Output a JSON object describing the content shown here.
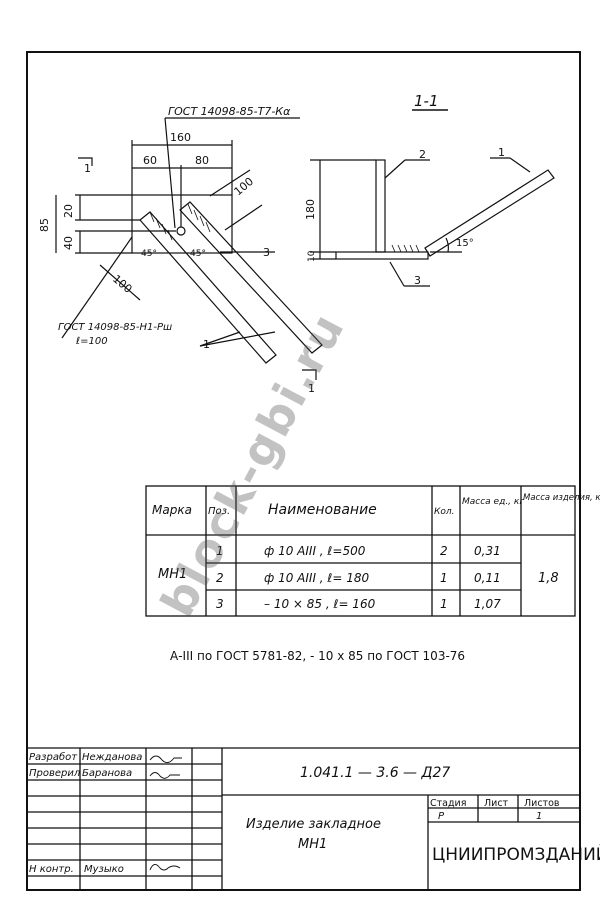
{
  "drawing": {
    "gost_top": "ГОСТ 14098-85-Т7-Кα",
    "gost_bottom": "ГОСТ 14098-85-Н1-Рш",
    "gost_bottom_len": "ℓ=100",
    "section_label": "1-1",
    "dims": {
      "d160": "160",
      "d60": "60",
      "d80": "80",
      "d100a": "100",
      "d100b": "100",
      "d20": "20",
      "d85": "85",
      "d40": "40",
      "d180": "180",
      "d10": "10",
      "a45a": "45°",
      "a45b": "45°",
      "a15": "15°"
    },
    "pos_labels": {
      "p1": "1",
      "p2": "2",
      "p3": "3",
      "p1b": "1",
      "p3b": "3"
    },
    "cut_labels": {
      "c1": "1",
      "c2": "1"
    }
  },
  "spec_table": {
    "headers": [
      "Марка",
      "Поз.",
      "Наименование",
      "Кол.",
      "Масса ед., кг",
      "Масса изделия, кг"
    ],
    "mark": "МН1",
    "rows": [
      {
        "pos": "1",
        "name": "ф 10 АIII , ℓ=500",
        "qty": "2",
        "mass": "0,31"
      },
      {
        "pos": "2",
        "name": "ф 10 АIII , ℓ= 180",
        "qty": "1",
        "mass": "0,11"
      },
      {
        "pos": "3",
        "name": "– 10 × 85 , ℓ= 160",
        "qty": "1",
        "mass": "1,07"
      }
    ],
    "total_mass": "1,8"
  },
  "note": "А-III по ГОСТ 5781-82, - 10 х 85 по ГОСТ 103-76",
  "title_block": {
    "role1": "Разработ",
    "name1": "Нежданова",
    "role2": "Проверил",
    "name2": "Баранова",
    "role3": "Н контр.",
    "name3": "Музыко",
    "doc_code": "1.041.1 — 3.6 — Д27",
    "item_title_line1": "Изделие закладное",
    "item_title_line2": "МН1",
    "stage_label": "Стадия",
    "sheet_label": "Лист",
    "sheets_label": "Листов",
    "stage": "Р",
    "sheet": "1",
    "org": "ЦНИИПРОМЗДАНИЙ"
  },
  "watermark": "block-gbi.ru"
}
